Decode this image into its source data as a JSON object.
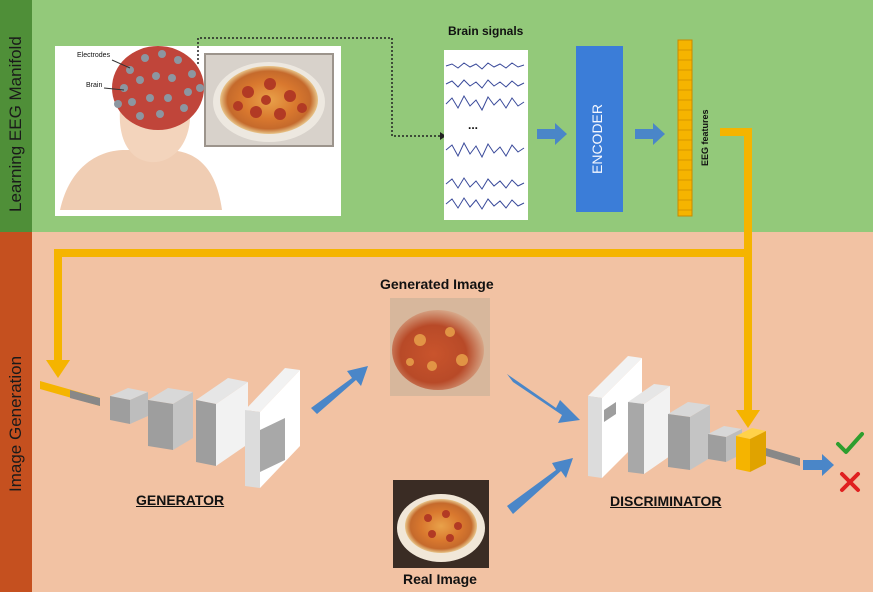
{
  "sections": {
    "top_label": "Learning EEG Manifold",
    "bottom_label": "Image Generation"
  },
  "subject_figure": {
    "electrodes_label": "Electrodes",
    "brain_label": "Brain"
  },
  "signals": {
    "title": "Brain signals",
    "ellipsis": "..."
  },
  "encoder": {
    "label": "ENCODER"
  },
  "features": {
    "label": "EEG features"
  },
  "generated": {
    "label": "Generated Image"
  },
  "real": {
    "label": "Real Image"
  },
  "generator": {
    "label": "GENERATOR"
  },
  "discriminator": {
    "label": "DISCRIMINATOR"
  },
  "colors": {
    "top_band": "#93c97a",
    "bottom_band": "#f2c2a3",
    "encoder": "#3b7dd8",
    "feature_vector": "#f5b400",
    "arrow_blue": "#4a86c8",
    "arrow_yellow": "#f5b400",
    "check": "#2e9e2e",
    "cross": "#e02020"
  },
  "icons": [
    "check-icon",
    "cross-icon"
  ]
}
